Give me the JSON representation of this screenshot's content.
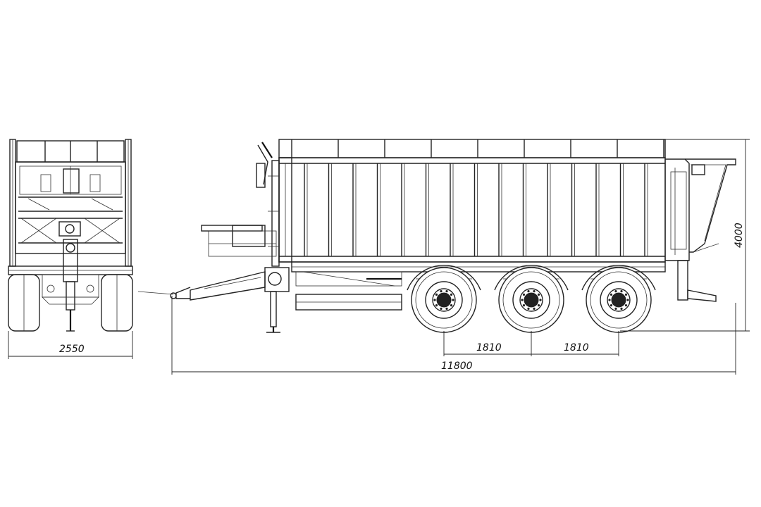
{
  "dimensions": {
    "width": "2550",
    "height": "4000",
    "axle_spacing_1": "1810",
    "axle_spacing_2": "1810",
    "length": "11800"
  }
}
